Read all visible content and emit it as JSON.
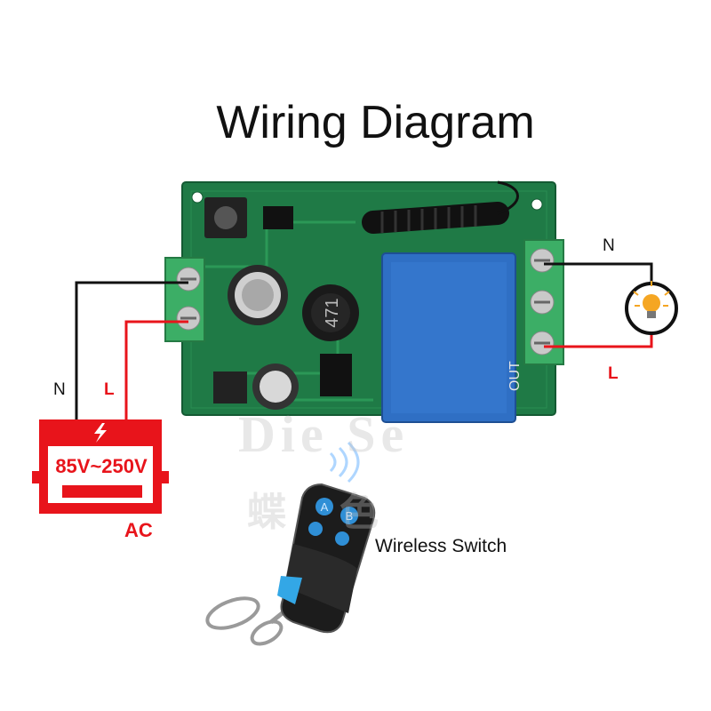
{
  "title": "Wiring Diagram",
  "labels": {
    "input_neutral": "N",
    "input_live": "L",
    "output_neutral": "N",
    "output_live": "L"
  },
  "power_supply": {
    "voltage": "85V~250V",
    "type": "AC"
  },
  "remote": {
    "caption": "Wireless Switch",
    "buttons": [
      "A",
      "B",
      "",
      ""
    ]
  },
  "board": {
    "capacitor_marking": "471",
    "relay_side_label": "OUT"
  },
  "watermark": {
    "latin": "Die Se",
    "cjk": "蝶色"
  },
  "colors": {
    "live_wire": "#e8141b",
    "neutral_wire": "#111111",
    "pcb": "#1f7a46",
    "terminal": "#3cae66",
    "relay": "#2f6fc4"
  }
}
